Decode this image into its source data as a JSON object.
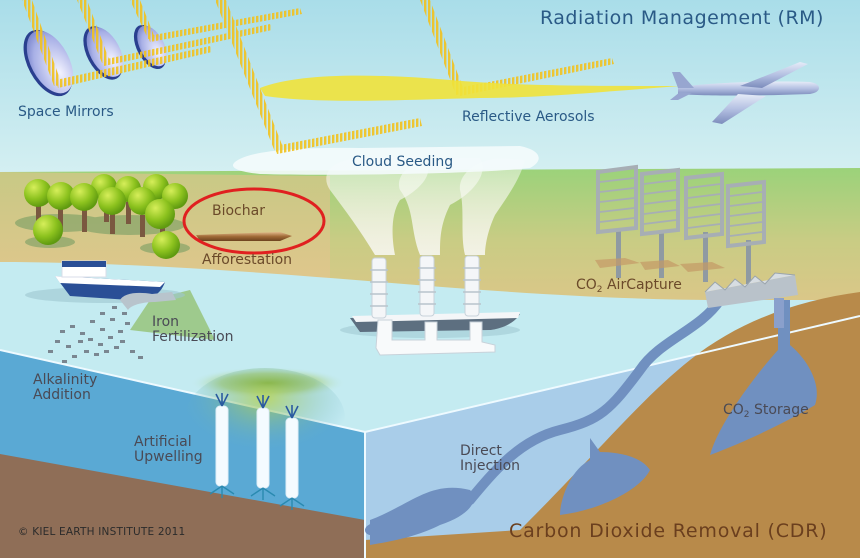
{
  "diagram": {
    "title_top": "Radiation Management (RM)",
    "title_bottom": "Carbon Dioxide Removal (CDR)",
    "copyright": "© KIEL EARTH INSTITUTE 2011",
    "highlighted_item": "Biochar",
    "highlight_color": "#e02020"
  },
  "rm_methods": [
    {
      "id": "space-mirrors",
      "label": "Space Mirrors"
    },
    {
      "id": "reflective-aerosols",
      "label": "Reflective Aerosols"
    },
    {
      "id": "cloud-seeding",
      "label": "Cloud Seeding"
    }
  ],
  "cdr_methods": {
    "biochar": "Biochar",
    "afforestation": "Afforestation",
    "co2_aircapture_prefix": "CO",
    "co2_aircapture_sub": "2",
    "co2_aircapture_suffix": " AirCapture",
    "iron_fertilization_line1": "Iron",
    "iron_fertilization_line2": "Fertilization",
    "alkalinity_addition_line1": "Alkalinity",
    "alkalinity_addition_line2": "Addition",
    "artificial_upwelling_line1": "Artificial",
    "artificial_upwelling_line2": "Upwelling",
    "direct_injection_line1": "Direct",
    "direct_injection_line2": "Injection",
    "co2_storage_prefix": "CO",
    "co2_storage_sub": "2",
    "co2_storage_suffix": " Storage"
  },
  "colors": {
    "sky": "#bfe6ee",
    "land": "#d9c28a",
    "land_green": "#8fd17a",
    "sea_surface": "#c4ebf1",
    "sea_front": "#5aa9d4",
    "sea_side": "#a8cde9",
    "seabed": "#8d6e57",
    "sediment": "#b78a4a",
    "co2_blue": "#7090c0",
    "sunlight": "#f3c928"
  }
}
